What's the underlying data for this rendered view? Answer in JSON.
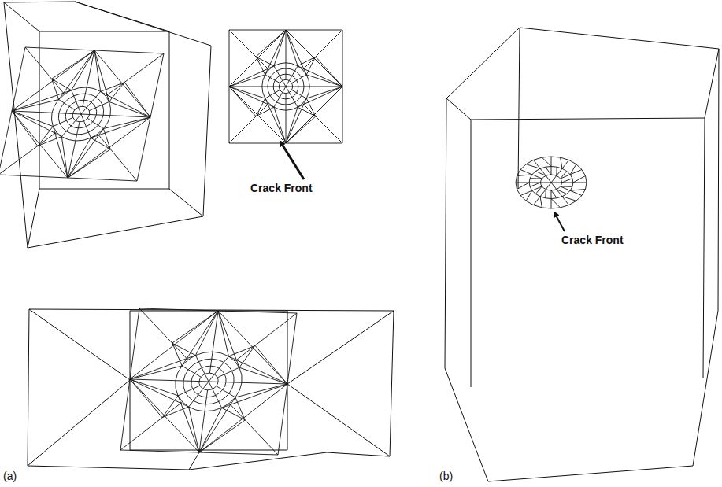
{
  "diagram": {
    "labels": [
      "Crack Front",
      "Crack Front",
      "(a)",
      "(b)"
    ]
  }
}
